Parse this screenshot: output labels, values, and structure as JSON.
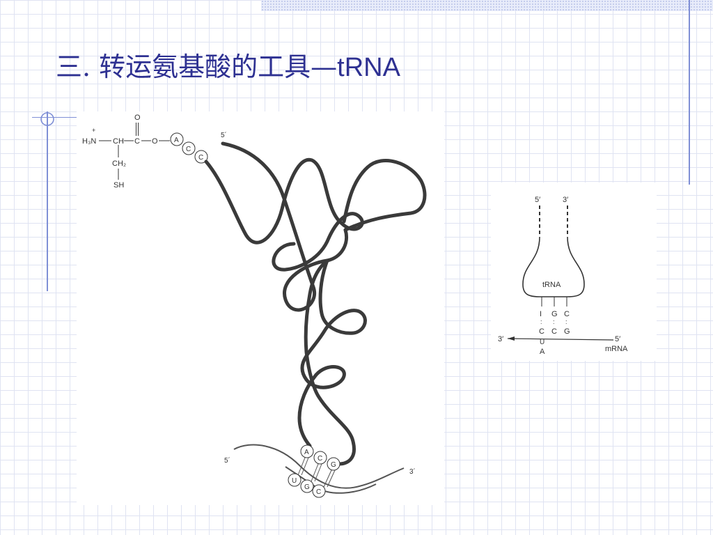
{
  "slide": {
    "title": "三. 转运氨基酸的工具—tRNA",
    "title_cn": "三. 转运氨基酸的工具—",
    "title_en": "tRNA",
    "accent_color": "#2e3192",
    "grid_color": "#dfe3f2"
  },
  "left_figure": {
    "amino_acid": {
      "h3n": "H₃N",
      "plus": "+",
      "ch": "CH",
      "c": "C",
      "o_top": "O",
      "o_ester": "O",
      "ch2": "CH₂",
      "sh": "SH"
    },
    "acceptor_bases": [
      "A",
      "C",
      "C"
    ],
    "trna_5prime_label": "5´",
    "anticodon_bases": [
      "A",
      "C",
      "G"
    ],
    "codon_bases": [
      "U",
      "G",
      "C"
    ],
    "mrna_5prime_label": "5´",
    "mrna_3prime_label": "3´"
  },
  "right_figure": {
    "trna_label": "tRNA",
    "trna_5prime": "5′",
    "trna_3prime": "3′",
    "anticodon": [
      "I",
      "G",
      "C"
    ],
    "codon": [
      "C",
      "C",
      "G"
    ],
    "wobble_base": "U",
    "wobble_alt": "A",
    "mrna_3prime": "3′",
    "mrna_5prime": "5′",
    "mrna_label": "mRNA"
  }
}
